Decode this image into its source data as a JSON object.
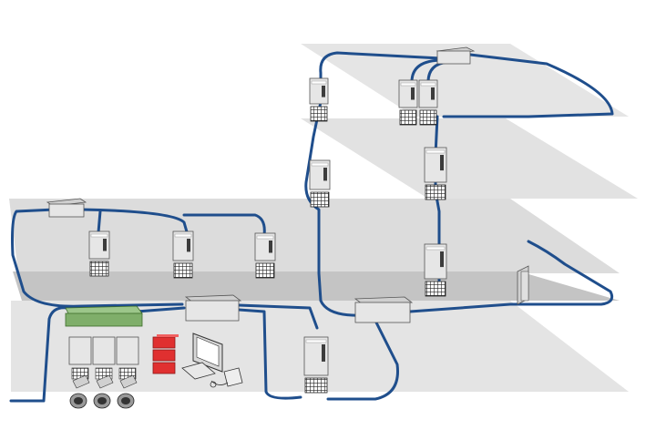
{
  "diagram": {
    "description_text": "",
    "colors": {
      "background": "#ffffff",
      "floor": "#d9d9d9",
      "floor_dark": "#bfbfbf",
      "cable": "#1f4e8c",
      "device_body": "#e6e6e6",
      "device_edge": "#555555",
      "panel_dark": "#3c3c3c",
      "switch_green": "#7fae6a",
      "storage_red": "#e03030"
    },
    "icons": [
      "floor-plane",
      "network-switch",
      "drive-cabinet",
      "fan-grille",
      "motor",
      "workstation-pc",
      "storage-stack",
      "printer",
      "hub-box"
    ]
  }
}
